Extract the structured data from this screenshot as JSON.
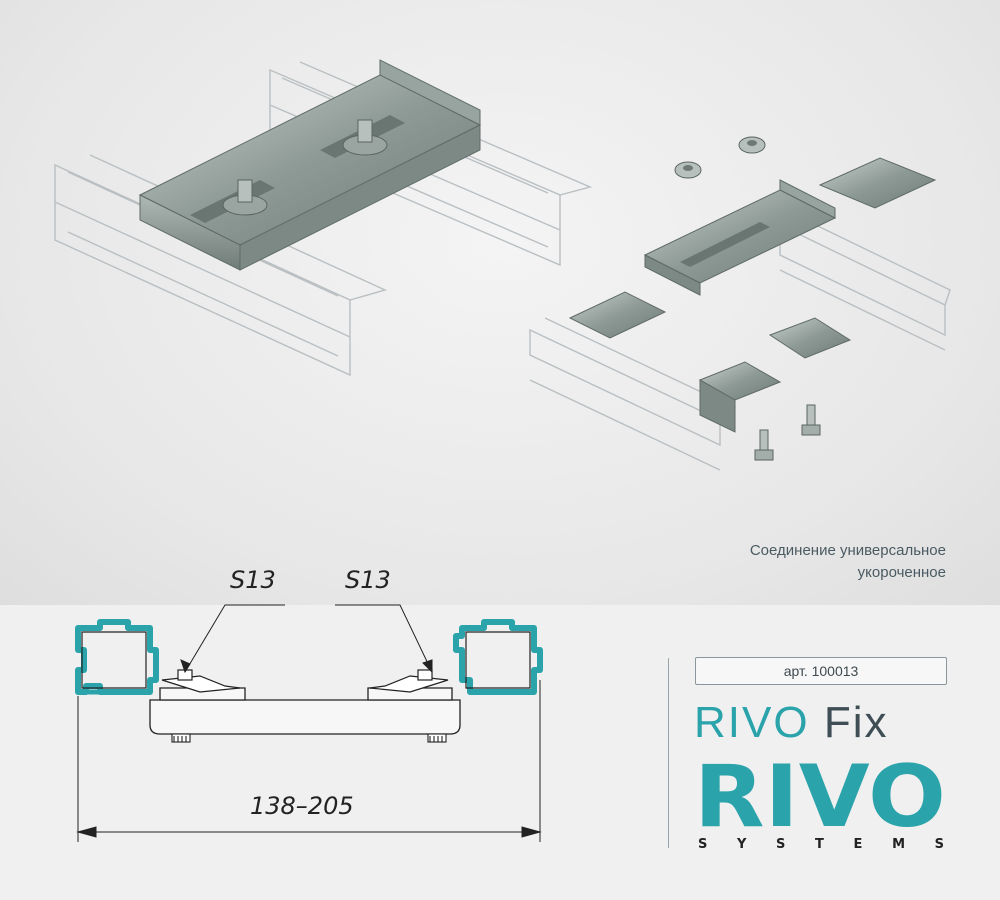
{
  "caption": {
    "line1": "Соединение универсальное",
    "line2": "укороченное"
  },
  "article": "арт. 100013",
  "product": {
    "name_part1": "RIVO",
    "name_part2": "Fix"
  },
  "brand": {
    "logo_text": "RIVO",
    "tagline": "SYSTEMS"
  },
  "drawing": {
    "wrench_left": "S13",
    "wrench_right": "S13",
    "dimension": "138–205"
  },
  "colors": {
    "accent": "#2aa3ab",
    "dark": "#3f4d55"
  }
}
